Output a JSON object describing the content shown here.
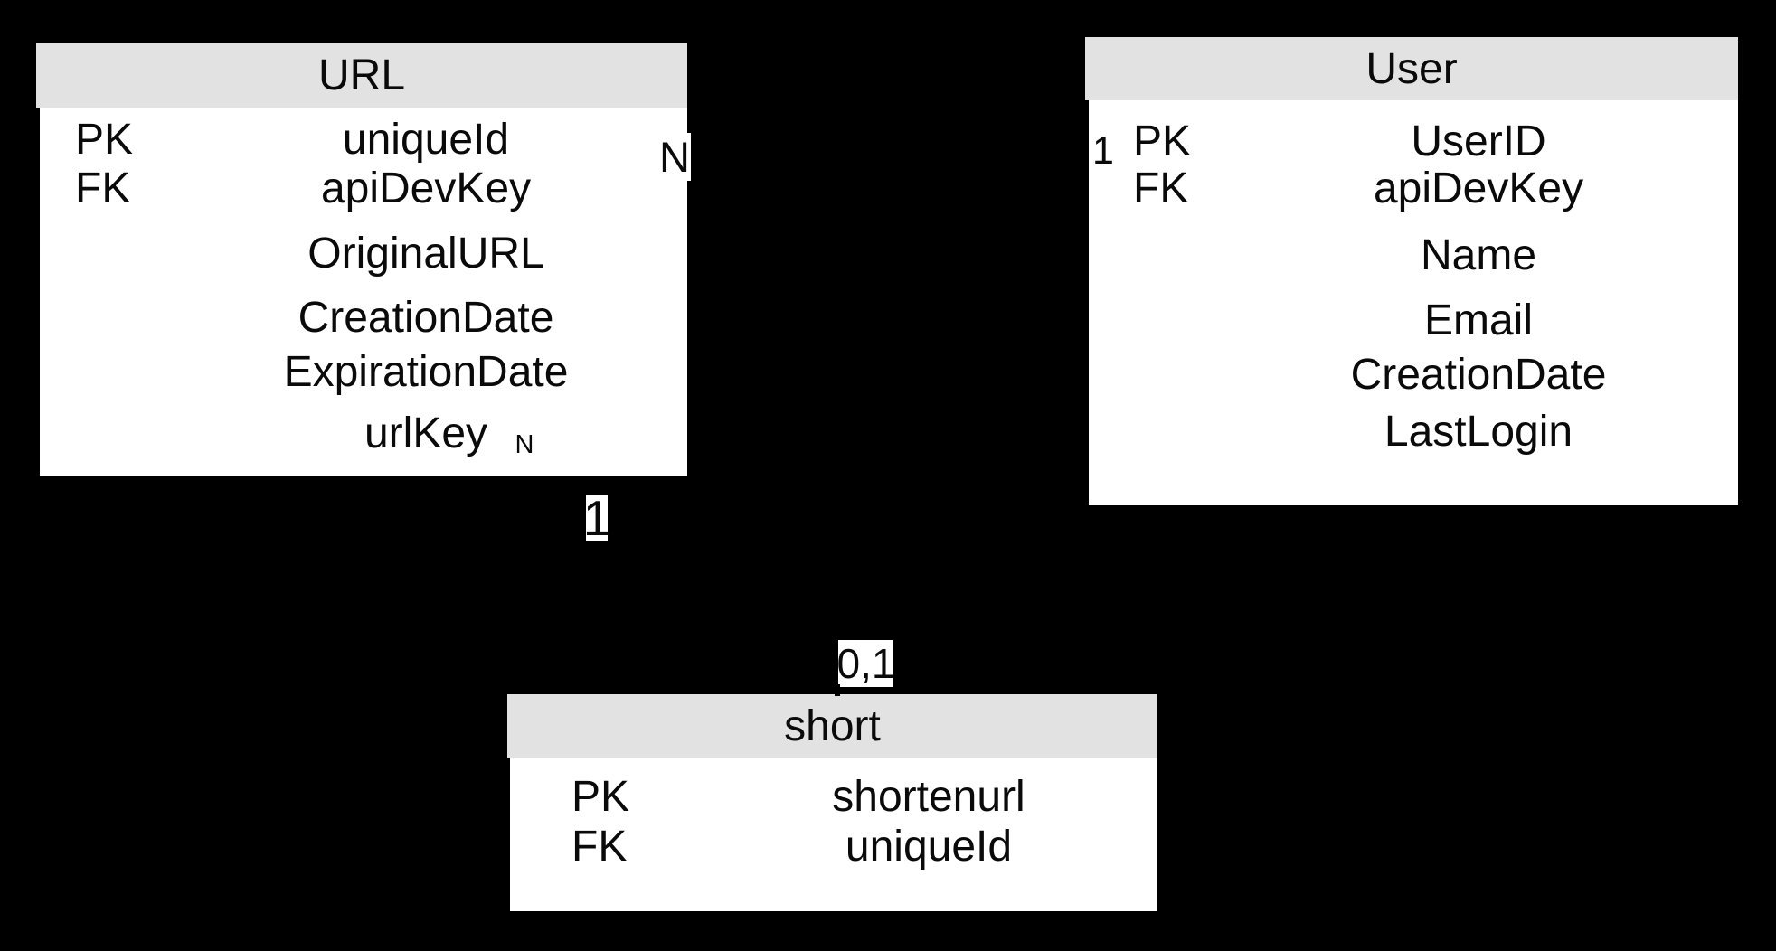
{
  "diagram_type": "entity-relationship-diagram",
  "background": "#000000",
  "colors": {
    "entity_header_fill": "#e2e2e2",
    "entity_body_fill": "#ffffff",
    "text": "#0a0a0a",
    "cardinality_label_background": "#ffffff"
  },
  "tables": {
    "url": {
      "title": "URL",
      "rows": [
        {
          "key": "PK",
          "attr": "uniqueId"
        },
        {
          "key": "FK",
          "attr": "apiDevKey"
        },
        {
          "key": "",
          "attr": "OriginalURL"
        },
        {
          "key": "",
          "attr": "CreationDate"
        },
        {
          "key": "",
          "attr": "ExpirationDate"
        },
        {
          "key": "",
          "attr": "urlKey"
        }
      ]
    },
    "user": {
      "title": "User",
      "rows": [
        {
          "key": "PK",
          "attr": "UserID"
        },
        {
          "key": "FK",
          "attr": "apiDevKey"
        },
        {
          "key": "",
          "attr": "Name"
        },
        {
          "key": "",
          "attr": "Email"
        },
        {
          "key": "",
          "attr": "CreationDate"
        },
        {
          "key": "",
          "attr": "LastLogin"
        }
      ]
    },
    "short": {
      "title": "short",
      "rows": [
        {
          "key": "PK",
          "attr": "shortenurl"
        },
        {
          "key": "FK",
          "attr": "uniqueId"
        }
      ]
    }
  },
  "cardinality_labels": {
    "url_user_at_url": "N",
    "url_user_at_user": "1",
    "url_short_at_url_inner": "N",
    "url_short_at_url": "1",
    "url_short_at_short": "0,1"
  }
}
